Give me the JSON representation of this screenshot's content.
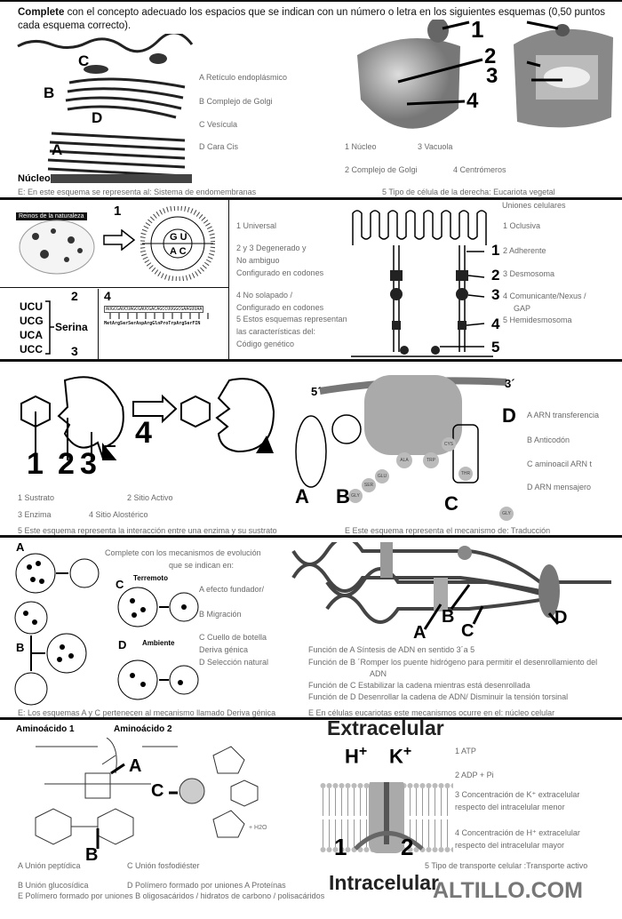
{
  "header": {
    "bold": "Complete",
    "text": " con el concepto adecuado los espacios que se indican con un número o letra en los siguientes esquemas (0,50 puntos cada esquema correcto)."
  },
  "s1": {
    "labels_left": [
      "C",
      "B",
      "D",
      "A",
      "Núcleo"
    ],
    "labels_right": [
      "1",
      "2",
      "3",
      "4"
    ],
    "answers": [
      "A Retículo endoplásmico",
      "B Complejo de Golgi",
      "C Vesícula",
      "D Cara Cis"
    ],
    "cell_answers": [
      "1 Núcleo",
      "3 Vacuola",
      "2 Complejo de Golgi",
      "4 Centrómeros"
    ],
    "e": "E: En este esquema se representa al: Sistema de endomembranas",
    "five": "5 Tipo de célula de la derecha: Eucariota vegetal"
  },
  "s2": {
    "reinos": "Reinos de la naturaleza",
    "n1": "1",
    "n2": "2",
    "n3": "3",
    "n4": "4",
    "codons": [
      "UCU",
      "UCG",
      "UCA",
      "UCC"
    ],
    "serina": "Serina",
    "seq_top": "AUGCGAUCUAGCGAUCGACAGCCUUGGCGAAGUUAA",
    "seq_bottom": "MetArgSerSerAspArgGlnProTrpArgSerFIN",
    "code_answers": [
      "1 Universal",
      "2 y 3 Degenerado y",
      "No ambiguo",
      "Configurado en codones",
      "4 No solapado /",
      "Configurado en codones",
      "5 Estos esquemas representan",
      "las características del:",
      "Código genético"
    ],
    "junctions_title": "Uniones celulares",
    "junction_labels": [
      "1",
      "2",
      "3",
      "4",
      "5"
    ],
    "junction_answers": [
      "1 Oclusiva",
      "2 Adherente",
      "3 Desmosoma",
      "4 Comunicante/Nexus /",
      "GAP",
      "5 Hemidesmosoma"
    ]
  },
  "s3": {
    "enzyme_labels": [
      "1",
      "2",
      "3",
      "4"
    ],
    "answers": [
      "1 Sustrato",
      "2 Sitio Activo",
      "3 Enzima",
      "4 Sitio Alostérico"
    ],
    "five": "5 Este esquema representa la interacción entre una enzima y su sustrato",
    "ends": [
      "5´",
      "3´"
    ],
    "trans_labels": [
      "A",
      "B",
      "C",
      "D"
    ],
    "amino": [
      "GLY",
      "SER",
      "GLU",
      "ALA",
      "TRP",
      "CYS",
      "THR",
      "GLY"
    ],
    "trans_answers": [
      "A ARN transferencia",
      "B Anticodón",
      "C aminoacil ARN t",
      "D ARN mensajero"
    ],
    "e": "E Este esquema representa el mecanismo de: Traducción"
  },
  "s4": {
    "labels": [
      "A",
      "B",
      "C",
      "D"
    ],
    "terremoto": "Terremoto",
    "ambiente": "Ambiente",
    "intro1": "Complete con los mecanismos de evolución",
    "intro2": "que se indican en:",
    "answers": [
      "A efecto fundador/",
      "B Migración",
      "C Cuello de botella",
      "Deriva génica",
      "D Selección natural"
    ],
    "dna_labels": [
      "A",
      "B",
      "C",
      "D"
    ],
    "functions": [
      "Función de A  Síntesis de ADN en sentido 3´a 5",
      "Función de B  ´Romper los puente hidrógeno para permitir el desenrollamiento del",
      "ADN",
      "Función de C Estabilizar la cadena mientras está desenrollada",
      "Función de D Desenrollar la cadena de ADN/ Disminuir la tensión torsinal"
    ],
    "e_left": "E: Los esquemas A y C pertenecen al mecanismo llamado Deriva génica",
    "e_right": "E En células eucariotas este mecanismos ocurre en el: núcleo celular"
  },
  "s5": {
    "aa1": "Aminoácido 1",
    "aa2": "Aminoácido 2",
    "labels": [
      "A",
      "B",
      "C"
    ],
    "water": "+ H2O",
    "extra": "Extracelular",
    "intra": "Intracelular",
    "h": "H",
    "k": "K",
    "plus": "+",
    "n1": "1",
    "n2": "2",
    "transport_answers": [
      "1 ATP",
      "2 ADP + Pi",
      "3 Concentración de K⁺ extracelular",
      "respecto del intracelular menor",
      "4 Concentración de H⁺ extracelular",
      "respecto del intracelular mayor"
    ],
    "five": "5 Tipo de transporte celular :Transporte activo",
    "bond_answers": [
      "A Unión peptídica",
      "C Unión fosfodiéster",
      "B Unión glucosídica",
      "D Polímero formado por uniones A Proteínas",
      "E Polímero formado por uniones B oligosacáridos / hidratos de carbono / polisacáridos"
    ]
  },
  "watermark": "ALTILLO.COM"
}
